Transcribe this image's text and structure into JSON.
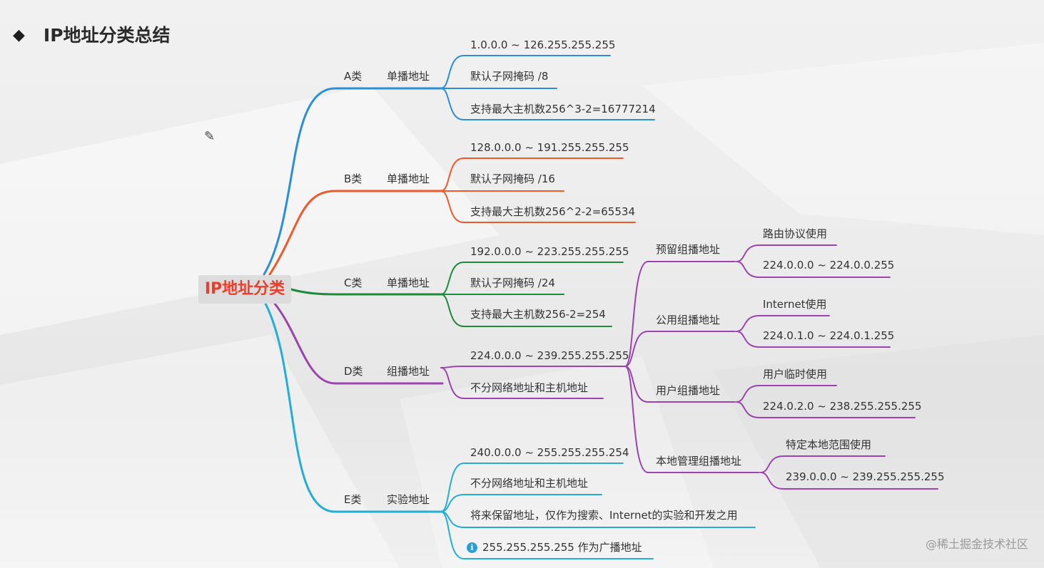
{
  "title": "IP地址分类总结",
  "root": "IP地址分类",
  "watermark": "@稀土掘金技术社区",
  "colors": {
    "A": "#2b8fd8",
    "B": "#ee5a2c",
    "C": "#1e8a3a",
    "D": "#9b44b0",
    "E": "#22aed6",
    "root_text": "#e8402c"
  },
  "branches": {
    "A": {
      "name": "A类",
      "type": "单播地址",
      "items": [
        "1.0.0.0 ~ 126.255.255.255",
        "默认子网掩码 /8",
        "支持最大主机数256^3-2=16777214"
      ]
    },
    "B": {
      "name": "B类",
      "type": "单播地址",
      "items": [
        "128.0.0.0 ~ 191.255.255.255",
        "默认子网掩码 /16",
        "支持最大主机数256^2-2=65534"
      ]
    },
    "C": {
      "name": "C类",
      "type": "单播地址",
      "items": [
        "192.0.0.0 ~ 223.255.255.255",
        "默认子网掩码 /24",
        "支持最大主机数256-2=254"
      ]
    },
    "D": {
      "name": "D类",
      "type": "组播地址",
      "items": [
        "224.0.0.0 ~ 239.255.255.255",
        "不分网络地址和主机地址"
      ],
      "sub": [
        {
          "label": "预留组播地址",
          "children": [
            "路由协议使用",
            "224.0.0.0 ~ 224.0.0.255"
          ]
        },
        {
          "label": "公用组播地址",
          "children": [
            "Internet使用",
            "224.0.1.0 ~ 224.0.1.255"
          ]
        },
        {
          "label": "用户组播地址",
          "children": [
            "用户临时使用",
            "224.0.2.0 ~ 238.255.255.255"
          ]
        },
        {
          "label": "本地管理组播地址",
          "children": [
            "特定本地范围使用",
            "239.0.0.0 ~ 239.255.255.255"
          ]
        }
      ]
    },
    "E": {
      "name": "E类",
      "type": "实验地址",
      "items": [
        "240.0.0.0 ~ 255.255.255.254",
        "不分网络地址和主机地址",
        "将来保留地址，仅作为搜索、Internet的实验和开发之用"
      ],
      "note": "255.255.255.255 作为广播地址",
      "note_icon": "info-icon"
    }
  }
}
